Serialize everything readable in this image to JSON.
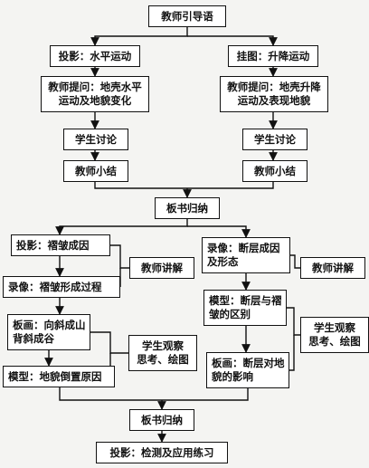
{
  "nodes": {
    "intro": "教师引导语",
    "proj_horizontal": "投影：水平运动",
    "chart_vertical": "挂图：升降运动",
    "q_horizontal": "教师提问：地壳水平\n运动及地貌变化",
    "q_vertical": "教师提问：地壳升降\n运动及表现地貌",
    "discuss_left": "学生讨论",
    "discuss_right": "学生讨论",
    "sum_left": "教师小结",
    "sum_right": "教师小结",
    "board_1": "板书归纳",
    "proj_fold": "投影：褶皱成因",
    "video_fold": "录像：褶皱形成过程",
    "explain_left": "教师讲解",
    "video_fault": "录像：断层成因\n及形态",
    "explain_right": "教师讲解",
    "model_fault": "模型：断层与褶\n皱的区别",
    "board_syncline": "板画：向斜成山\n背斜成谷",
    "observe_left": "学生观察\n思考、绘图",
    "observe_right": "学生观察\n思考、绘图",
    "board_fault": "板画：断层对地\n貌的影响",
    "model_inversion": "模型：地貌倒置原因",
    "board_2": "板书归纳",
    "final": "投影：检测及应用练习"
  }
}
